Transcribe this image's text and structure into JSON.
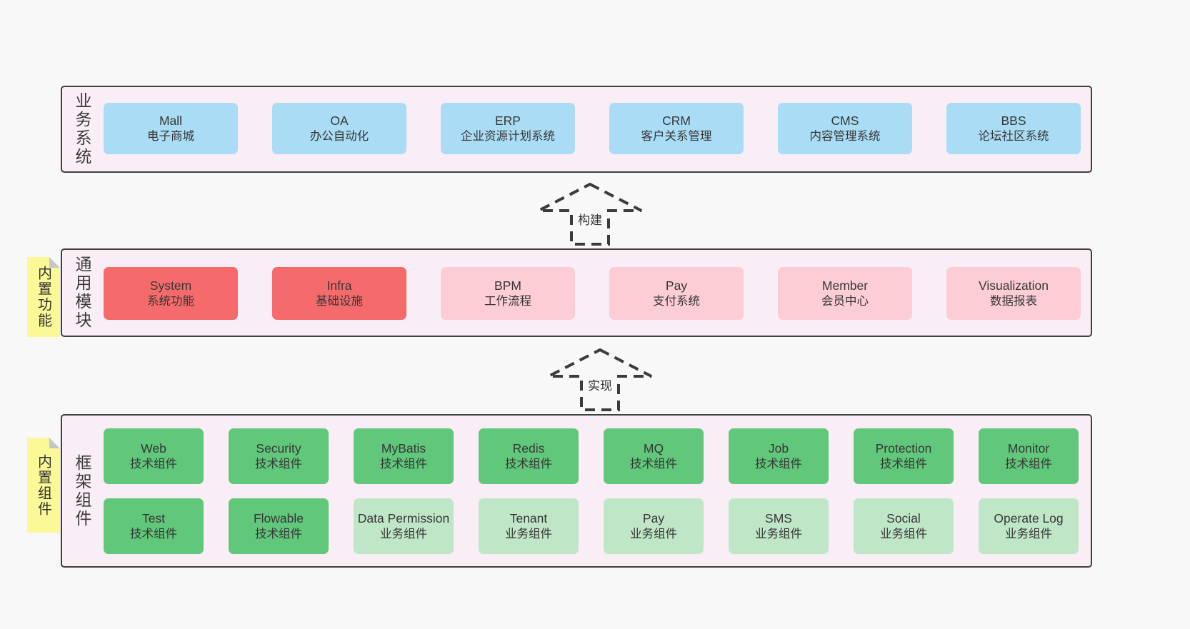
{
  "colors": {
    "page_bg": "#f8f8f8",
    "band_bg": "#f9edf6",
    "band_border": "#404040",
    "blue_box": "#aadcf5",
    "red_box": "#f56b6b",
    "pink_box": "#fccdd5",
    "green_box": "#61c77b",
    "light_green_box": "#c0e6c8",
    "sticky_yellow": "#fbf898",
    "text": "#373737"
  },
  "arrows": [
    {
      "label": "构建"
    },
    {
      "label": "实现"
    }
  ],
  "bands": [
    {
      "label": "业务系统",
      "boxes": [
        {
          "title": "Mall",
          "subtitle": "电子商城"
        },
        {
          "title": "OA",
          "subtitle": "办公自动化"
        },
        {
          "title": "ERP",
          "subtitle": "企业资源计划系统"
        },
        {
          "title": "CRM",
          "subtitle": "客户关系管理"
        },
        {
          "title": "CMS",
          "subtitle": "内容管理系统"
        },
        {
          "title": "BBS",
          "subtitle": "论坛社区系统"
        }
      ]
    },
    {
      "label": "通用模块",
      "sticky": "内置功能",
      "boxes": [
        {
          "title": "System",
          "subtitle": "系统功能"
        },
        {
          "title": "Infra",
          "subtitle": "基础设施"
        },
        {
          "title": "BPM",
          "subtitle": "工作流程"
        },
        {
          "title": "Pay",
          "subtitle": "支付系统"
        },
        {
          "title": "Member",
          "subtitle": "会员中心"
        },
        {
          "title": "Visualization",
          "subtitle": "数据报表"
        }
      ]
    },
    {
      "label": "框架组件",
      "sticky": "内置组件",
      "rows": [
        [
          {
            "title": "Web",
            "subtitle": "技术组件"
          },
          {
            "title": "Security",
            "subtitle": "技术组件"
          },
          {
            "title": "MyBatis",
            "subtitle": "技术组件"
          },
          {
            "title": "Redis",
            "subtitle": "技术组件"
          },
          {
            "title": "MQ",
            "subtitle": "技术组件"
          },
          {
            "title": "Job",
            "subtitle": "技术组件"
          },
          {
            "title": "Protection",
            "subtitle": "技术组件"
          },
          {
            "title": "Monitor",
            "subtitle": "技术组件"
          }
        ],
        [
          {
            "title": "Test",
            "subtitle": "技术组件"
          },
          {
            "title": "Flowable",
            "subtitle": "技术组件"
          },
          {
            "title": "Data Permission",
            "subtitle": "业务组件"
          },
          {
            "title": "Tenant",
            "subtitle": "业务组件"
          },
          {
            "title": "Pay",
            "subtitle": "业务组件"
          },
          {
            "title": "SMS",
            "subtitle": "业务组件"
          },
          {
            "title": "Social",
            "subtitle": "业务组件"
          },
          {
            "title": "Operate Log",
            "subtitle": "业务组件"
          }
        ]
      ]
    }
  ]
}
